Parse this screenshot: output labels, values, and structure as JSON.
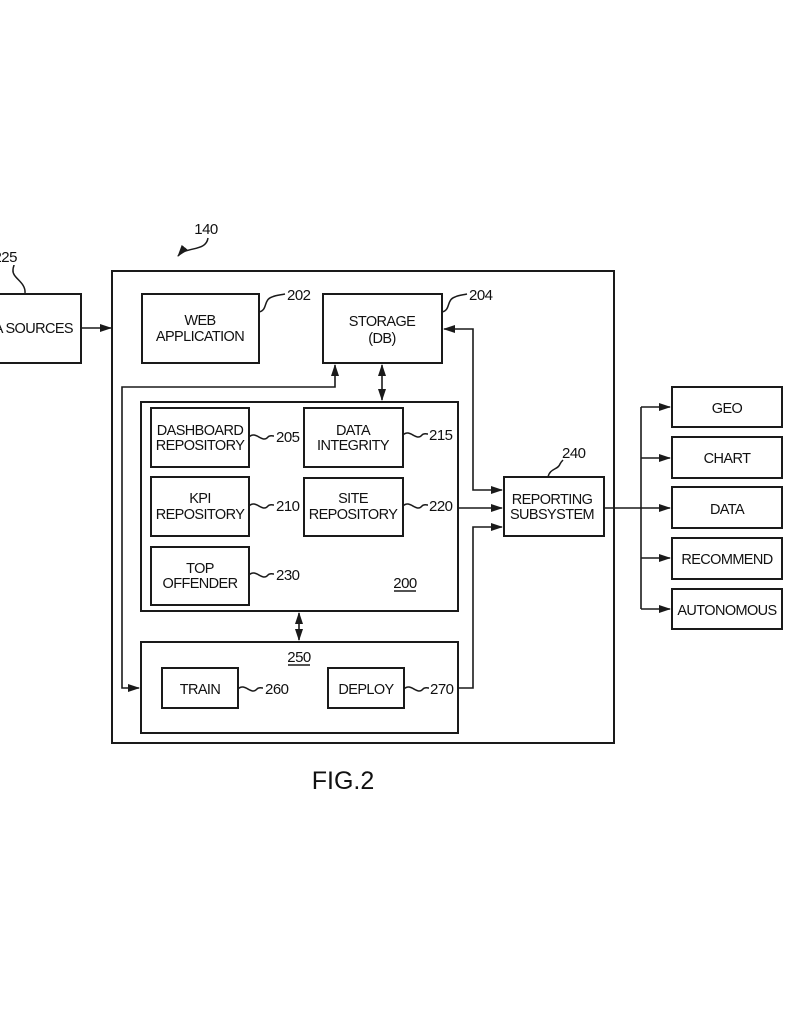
{
  "figure": {
    "title": "FIG.2",
    "system_ref": "140"
  },
  "data_sources": {
    "label": "A SOURCES",
    "ref": "225"
  },
  "web_application": {
    "line1": "WEB",
    "line2": "APPLICATION",
    "ref": "202"
  },
  "storage": {
    "line1": "STORAGE",
    "line2": "(DB)",
    "ref": "204"
  },
  "module_200": {
    "ref": "200",
    "dashboard_repository": {
      "line1": "DASHBOARD",
      "line2": "REPOSITORY",
      "ref": "205"
    },
    "data_integrity": {
      "line1": "DATA",
      "line2": "INTEGRITY",
      "ref": "215"
    },
    "kpi_repository": {
      "line1": "KPI",
      "line2": "REPOSITORY",
      "ref": "210"
    },
    "site_repository": {
      "line1": "SITE",
      "line2": "REPOSITORY",
      "ref": "220"
    },
    "top_offender": {
      "line1": "TOP",
      "line2": "OFFENDER",
      "ref": "230"
    }
  },
  "module_250": {
    "ref": "250",
    "train": {
      "label": "TRAIN",
      "ref": "260"
    },
    "deploy": {
      "label": "DEPLOY",
      "ref": "270"
    }
  },
  "reporting_subsystem": {
    "line1": "REPORTING",
    "line2": "SUBSYSTEM",
    "ref": "240"
  },
  "outputs": [
    {
      "label": "GEO"
    },
    {
      "label": "CHART"
    },
    {
      "label": "DATA"
    },
    {
      "label": "RECOMMEND"
    },
    {
      "label": "AUTONOMOUS"
    }
  ]
}
